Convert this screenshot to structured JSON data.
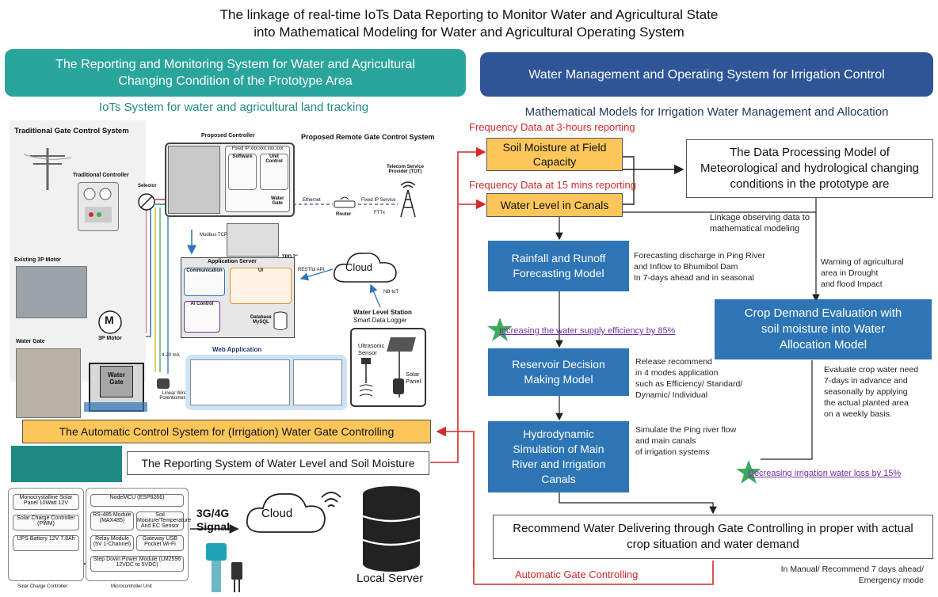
{
  "title": {
    "line1": "The linkage of real-time IoTs Data Reporting to Monitor Water and Agricultural State",
    "line2": "into Mathematical Modeling for Water and Agricultural Operating System"
  },
  "left": {
    "banner_line1": "The Reporting and Monitoring System for Water and Agricultural",
    "banner_line2": "Changing Condition of the Prototype Area",
    "subheading": "IoTs System for water and agricultural land tracking",
    "traditional_title": "Traditional Gate Control System",
    "traditional_controller": "Traditional Controller",
    "existing_motor": "Existing 3P Motor",
    "motor_label": "3P Motor",
    "motor_symbol": "M",
    "water_gate_photo": "Water Gate",
    "water_gate_box_l1": "Water",
    "water_gate_box_l2": "Gate",
    "potentiometer_l1": "Linear Wire",
    "potentiometer_l2": "Potentiometer",
    "selector": "Selector",
    "ma_label": "4-20 mA",
    "proposed_controller": "Proposed Controller",
    "proposed_remote": "Proposed Remote Gate Control System",
    "fixed_ip_box": "Fixed IP xxx.xxx.xxx.xxx",
    "software": "Software",
    "unit_control": "Unit Control",
    "water_gate_small_l1": "Water",
    "water_gate_small_l2": "Gate",
    "ethernet": "Ethernet",
    "router": "Router",
    "fixed_ip_service": "Fixed IP Service",
    "fttx": "FTTx",
    "telecom_l1": "Telecom Service",
    "telecom_l2": "Provider (TOT)",
    "tpd": "TPD 7\"",
    "modbus": "Modbus TCP",
    "app_server": "Application Server",
    "communication": "Communication",
    "ui": "UI",
    "ai_control": "AI Control",
    "database_l1": "Database",
    "database_l2": "MySQL",
    "restful": "RESTful API",
    "cloud": "Cloud",
    "nbiot": "NB-IoT",
    "wl_station": "Water Level Station",
    "smart_logger": "Smart Data Logger",
    "web_app": "Web Application",
    "ultrasonic_l1": "Ultrasonic",
    "ultrasonic_l2": "Sensor",
    "solar_l1": "Solar",
    "solar_l2": "Panel",
    "automatic_control": "The Automatic Control System for (Irrigation) Water Gate Controlling",
    "reporting_system": "The Reporting System of  Water Level and Soil Moisture",
    "sc_items": [
      "Monocrystalline Solar Panel 10Watt 12V",
      "Solar Charge Controller (PWM)",
      "UPS Battery 12V 7.8Ah"
    ],
    "sc_caption": "Solar Charge Controller",
    "mcu_items": [
      "NodeMCU (ESP8266)",
      "RS-485 Module (MAX485)",
      "Soil Moisture/Temperature And EC Sensor",
      "Relay Module (5V 1-Channel)",
      "Gateway USB Pocket Wi-Fi",
      "Step Down Power Module (LM2596 12VDC to 5VDC)"
    ],
    "mcu_caption": "Microcontroller Unit",
    "signal_l1": "3G/4G",
    "signal_l2": "Signal",
    "cloud2": "Cloud",
    "local_server": "Local Server"
  },
  "right": {
    "banner": "Water Management and Operating System for Irrigation Control",
    "subheading": "Mathematical Models for Irrigation Water Management and Allocation",
    "freq1": "Frequency Data at 3-hours reporting",
    "freq2": "Frequency Data at 15 mins reporting",
    "soil_l1": "Soil Moisture at Field",
    "soil_l2": "Capacity",
    "water_level": "Water Level in Canals",
    "processing_l1": "The Data Processing Model of",
    "processing_l2": "Meteorological and hydrological changing",
    "processing_l3": "conditions in the prototype are",
    "linkage_l1": "Linkage observing data to",
    "linkage_l2": "mathematical modeling",
    "rainfall_l1": "Rainfall and Runoff",
    "rainfall_l2": "Forecasting Model",
    "rainfall_note": [
      "Forecasting discharge in Ping River",
      "and Inflow to Bhumibol Dam",
      "In 7-days ahead and in seasonal"
    ],
    "warning_note": [
      "Warning of agricultural",
      "area in Drought",
      "and flood Impact"
    ],
    "crop_l1": "Crop Demand Evaluation with",
    "crop_l2": "soil moisture into Water",
    "crop_l3": "Allocation Model",
    "increase": "Increasing the water supply efficiency by 85%",
    "reservoir_l1": "Reservoir Decision",
    "reservoir_l2": "Making Model",
    "release_note": [
      "Release recommend",
      "in 4 modes application",
      "such as Efficiency/ Standard/",
      "Dynamic/ Individual"
    ],
    "evaluate_note": [
      "Evaluate crop water need",
      "7-days in advance and",
      "seasonally by applying",
      "the actual planted area",
      "on a weekly basis."
    ],
    "hydro_l1": "Hydrodynamic",
    "hydro_l2": "Simulation of Main",
    "hydro_l3": "River and Irrigation",
    "hydro_l4": "Canals",
    "simulate_note": [
      "Simulate the Ping river flow",
      "and main canals",
      "of irrigation systems"
    ],
    "decrease": "Decreasing irrigation water loss by 15%",
    "recommend_l1": "Recommend Water Delivering through Gate Controlling in proper with actual",
    "recommend_l2": "crop situation and water demand",
    "auto_gate": "Automatic Gate Controlling",
    "manual_l1": "In Manual/ Recommend 7 days ahead/",
    "manual_l2": "Emergency mode"
  },
  "colors": {
    "teal": "#2aa59b",
    "navy": "#2f5597",
    "box_blue": "#2e75b6",
    "yellow": "#fcc65a",
    "red": "#d42a2a",
    "purple": "#7030a0",
    "star_green": "#3daa5c"
  }
}
